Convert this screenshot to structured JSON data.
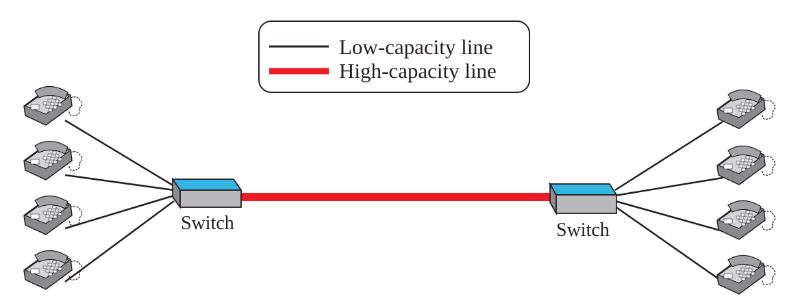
{
  "legend": {
    "low_label": "Low-capacity line",
    "high_label": "High-capacity line"
  },
  "left_switch": {
    "label": "Switch"
  },
  "right_switch": {
    "label": "Switch"
  },
  "colors": {
    "low_line": "#231f20",
    "high_line": "#ed1c24",
    "switch_top": "#33b5e5",
    "switch_body": "#b9b9bb"
  },
  "phones_per_switch": 4
}
